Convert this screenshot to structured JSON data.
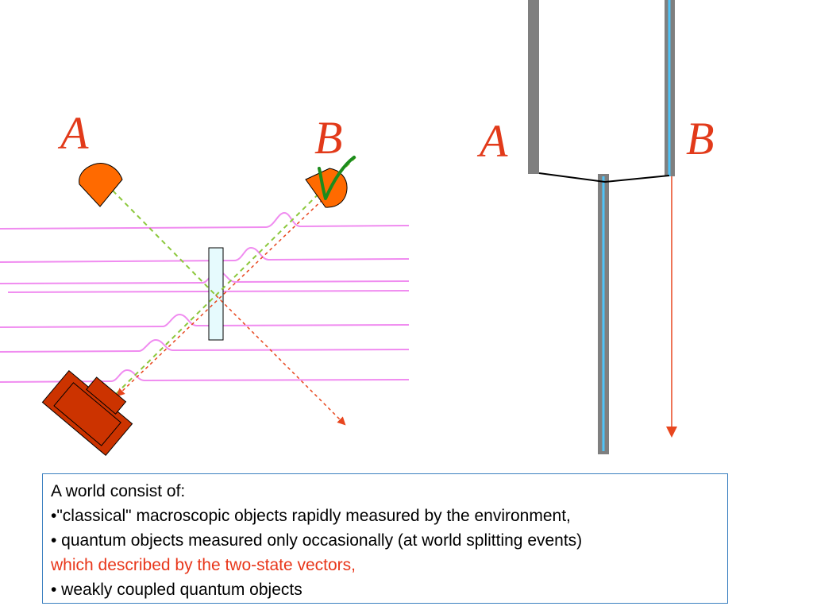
{
  "labels": {
    "left_A": "A",
    "left_B": "B",
    "right_A": "A",
    "right_B": "B"
  },
  "text_box": {
    "lines": [
      "A world consist of:",
      "•\"classical\" macroscopic objects rapidly measured by the environment,",
      "• quantum objects measured only occasionally (at world splitting events)",
      "which described by the two-state vectors,",
      "• weakly coupled quantum objects"
    ]
  },
  "colors": {
    "label": "#e23a1a",
    "detector": "#ff6a00",
    "camera": "#cc3300",
    "pink_line": "#f08cf0",
    "green_beam": "#8cc83c",
    "red_beam": "#e8461e",
    "beam_splitter": "#e6fafd",
    "check_mark": "#1c8c1c",
    "gray_bar": "#7f7f7f",
    "blue_line": "#4fc3f7",
    "box_border": "#3a7fc0",
    "red_text": "#e8361a"
  },
  "icons": {
    "check": "check-mark-icon",
    "detector": "detector-icon",
    "camera": "camera-icon"
  }
}
